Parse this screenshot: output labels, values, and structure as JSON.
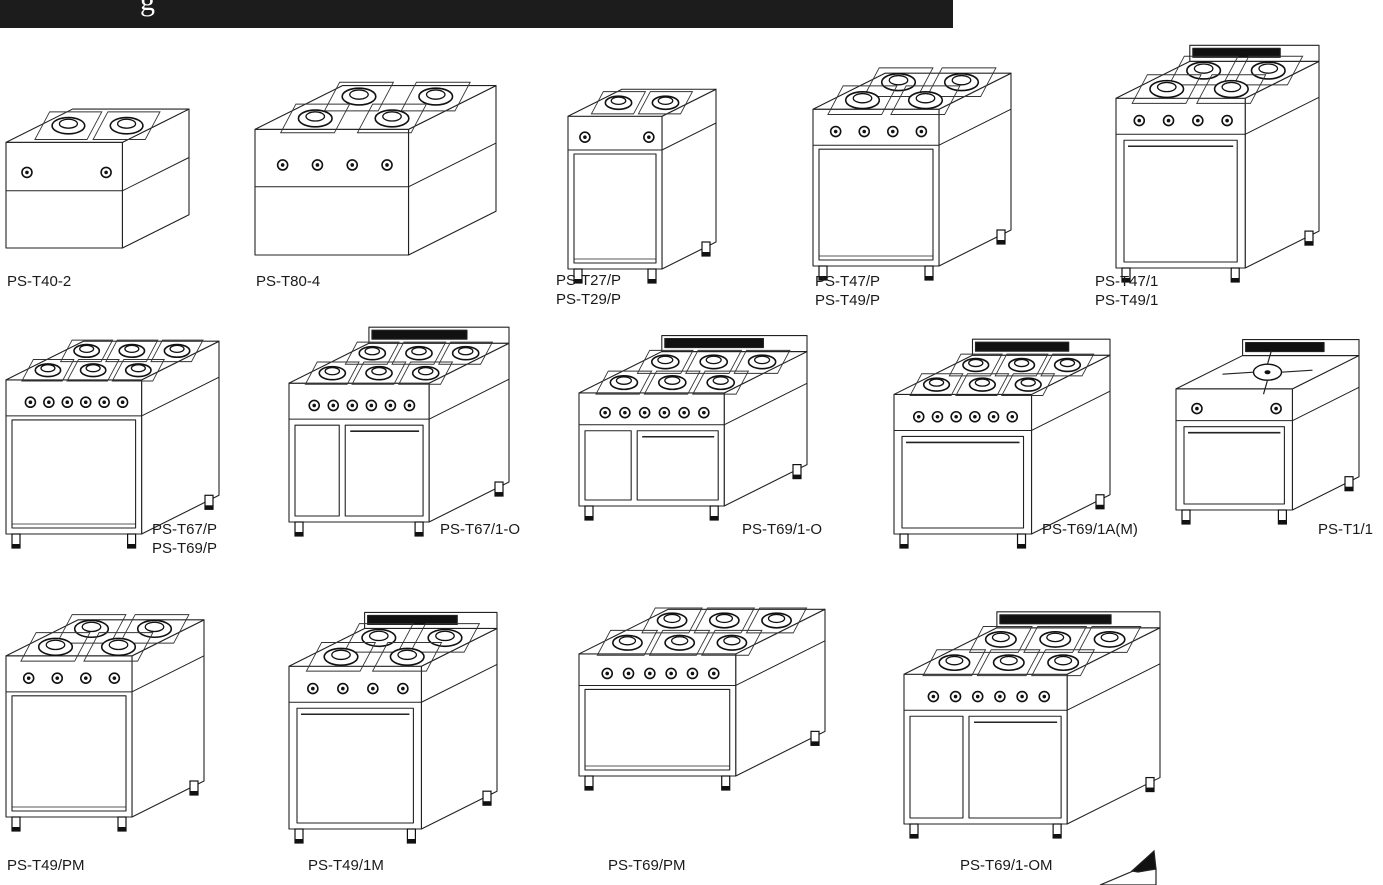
{
  "banner": {
    "text": "g"
  },
  "products": [
    {
      "id": "p1",
      "type": "tabletop",
      "burners": 2,
      "labels": [
        "PS-T40-2"
      ]
    },
    {
      "id": "p2",
      "type": "tabletop",
      "burners": 4,
      "labels": [
        "PS-T80-4"
      ]
    },
    {
      "id": "p3",
      "type": "open",
      "burners": 2,
      "labels": [
        "PS-T27/P",
        "PS-T29/P"
      ]
    },
    {
      "id": "p4",
      "type": "open",
      "burners": 4,
      "labels": [
        "PS-T47/P",
        "PS-T49/P"
      ]
    },
    {
      "id": "p5",
      "type": "oven",
      "burners": 4,
      "labels": [
        "PS-T47/1",
        "PS-T49/1"
      ]
    },
    {
      "id": "p6",
      "type": "open",
      "burners": 6,
      "labels": [
        "PS-T67/P",
        "PS-T69/P"
      ]
    },
    {
      "id": "p7",
      "type": "oven2",
      "burners": 6,
      "labels": [
        "PS-T67/1-O"
      ]
    },
    {
      "id": "p8",
      "type": "oven2",
      "burners": 6,
      "labels": [
        "PS-T69/1-O"
      ]
    },
    {
      "id": "p9",
      "type": "oven",
      "burners": 6,
      "labels": [
        "PS-T69/1A(M)"
      ]
    },
    {
      "id": "p10",
      "type": "solid",
      "burners": 0,
      "labels": [
        "PS-T1/1"
      ]
    },
    {
      "id": "p11",
      "type": "open",
      "burners": 4,
      "labels": [
        "PS-T49/PM"
      ]
    },
    {
      "id": "p12",
      "type": "oven",
      "burners": 4,
      "labels": [
        "PS-T49/1M"
      ]
    },
    {
      "id": "p13",
      "type": "open",
      "burners": 6,
      "labels": [
        "PS-T69/PM"
      ]
    },
    {
      "id": "p14",
      "type": "oven2",
      "burners": 6,
      "labels": [
        "PS-T69/1-OM"
      ]
    }
  ]
}
